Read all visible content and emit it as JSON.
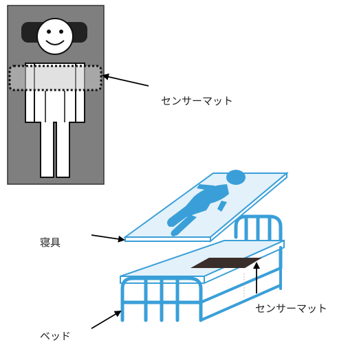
{
  "labels": {
    "sensor_mat_top": "センサーマット",
    "bedding": "寝具",
    "sensor_mat_bottom": "センサーマット",
    "bed": "ベッド"
  },
  "colors": {
    "panel_bg": "#7f7f7f",
    "figure_fill": "#ffffff",
    "pillow": "#222222",
    "bed_blue": "#3a9fd8",
    "mattress_fill": "#e3f1fa",
    "sensor_mat": "#3a2e2a",
    "arrow": "#000000"
  }
}
